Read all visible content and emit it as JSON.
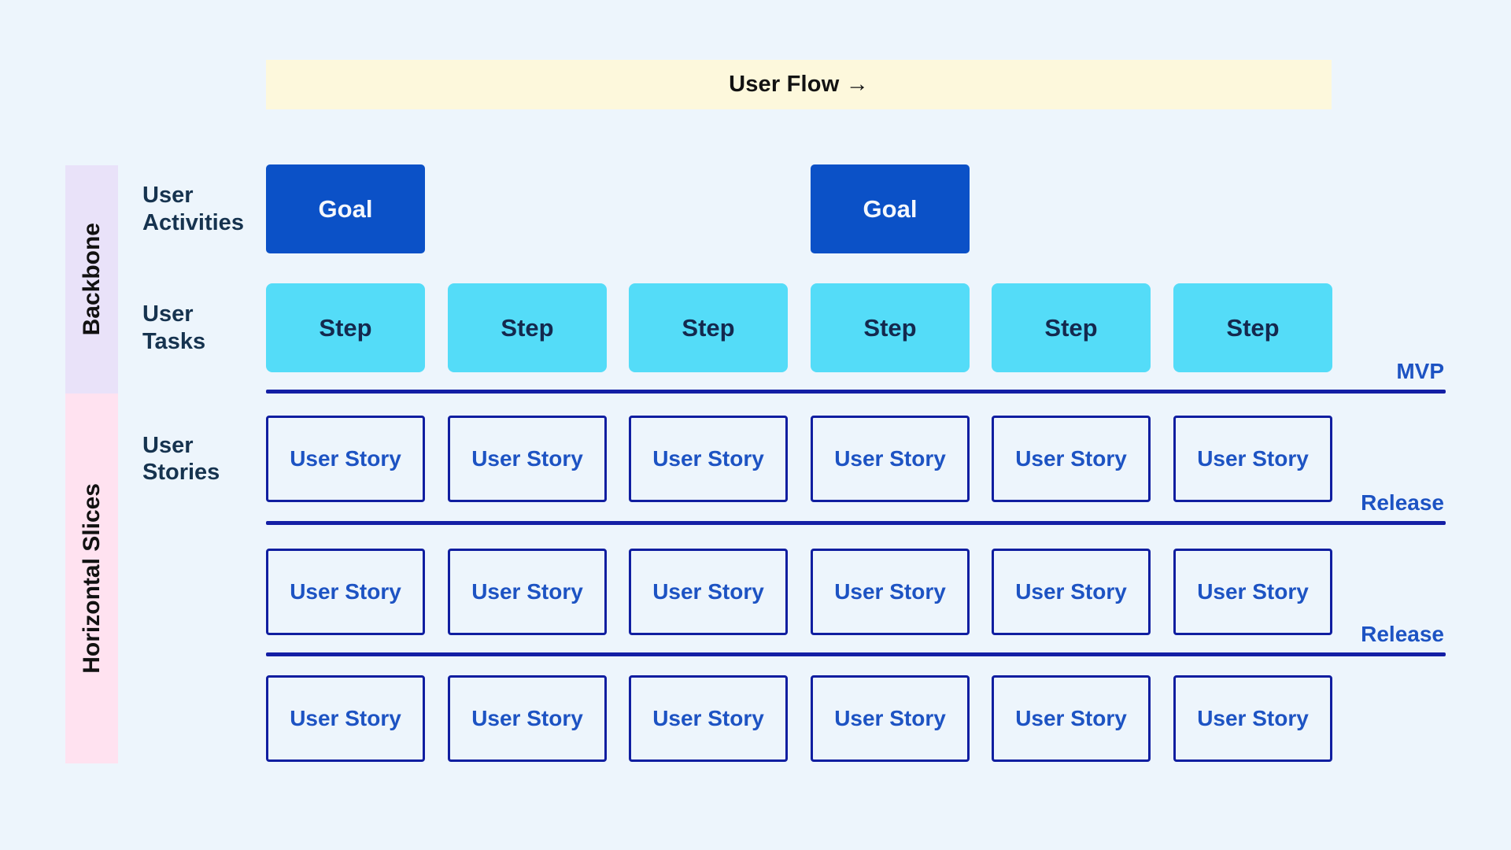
{
  "banner": {
    "label": "User Flow →"
  },
  "strips": {
    "backbone": "Backbone",
    "horizontal_slices": "Horizontal Slices"
  },
  "row_labels": {
    "activities": "User Activities",
    "tasks": "User Tasks",
    "stories": "User Stories"
  },
  "activities": {
    "items": [
      {
        "label": "Goal",
        "col": 0
      },
      {
        "label": "Goal",
        "col": 3
      }
    ]
  },
  "tasks": {
    "items": [
      "Step",
      "Step",
      "Step",
      "Step",
      "Step",
      "Step"
    ]
  },
  "story_rows": [
    [
      "User Story",
      "User Story",
      "User Story",
      "User Story",
      "User Story",
      "User Story"
    ],
    [
      "User Story",
      "User Story",
      "User Story",
      "User Story",
      "User Story",
      "User Story"
    ],
    [
      "User Story",
      "User Story",
      "User Story",
      "User Story",
      "User Story",
      "User Story"
    ]
  ],
  "milestones": [
    "MVP",
    "Release",
    "Release"
  ],
  "colors": {
    "background": "#edf5fc",
    "banner_bg": "#fdf8dc",
    "banner_text": "#121212",
    "backbone_strip": "#e9e2f9",
    "slices_strip": "#ffe2f0",
    "strip_text": "#111111",
    "label_text": "#16334f",
    "goal_bg": "#0b51c7",
    "goal_text": "#f4f7fc",
    "step_bg": "#54dcf8",
    "step_text": "#14294e",
    "story_border": "#101ea0",
    "story_text": "#1d53c3",
    "divider": "#141fa5",
    "milestone_text": "#1d53c3"
  }
}
